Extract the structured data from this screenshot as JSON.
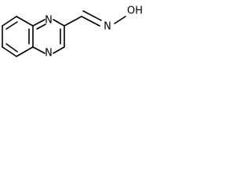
{
  "molecule": {
    "atoms": {
      "n1": "N",
      "n4": "N",
      "oxime_n": "N",
      "oxime_oh": "OH"
    }
  }
}
